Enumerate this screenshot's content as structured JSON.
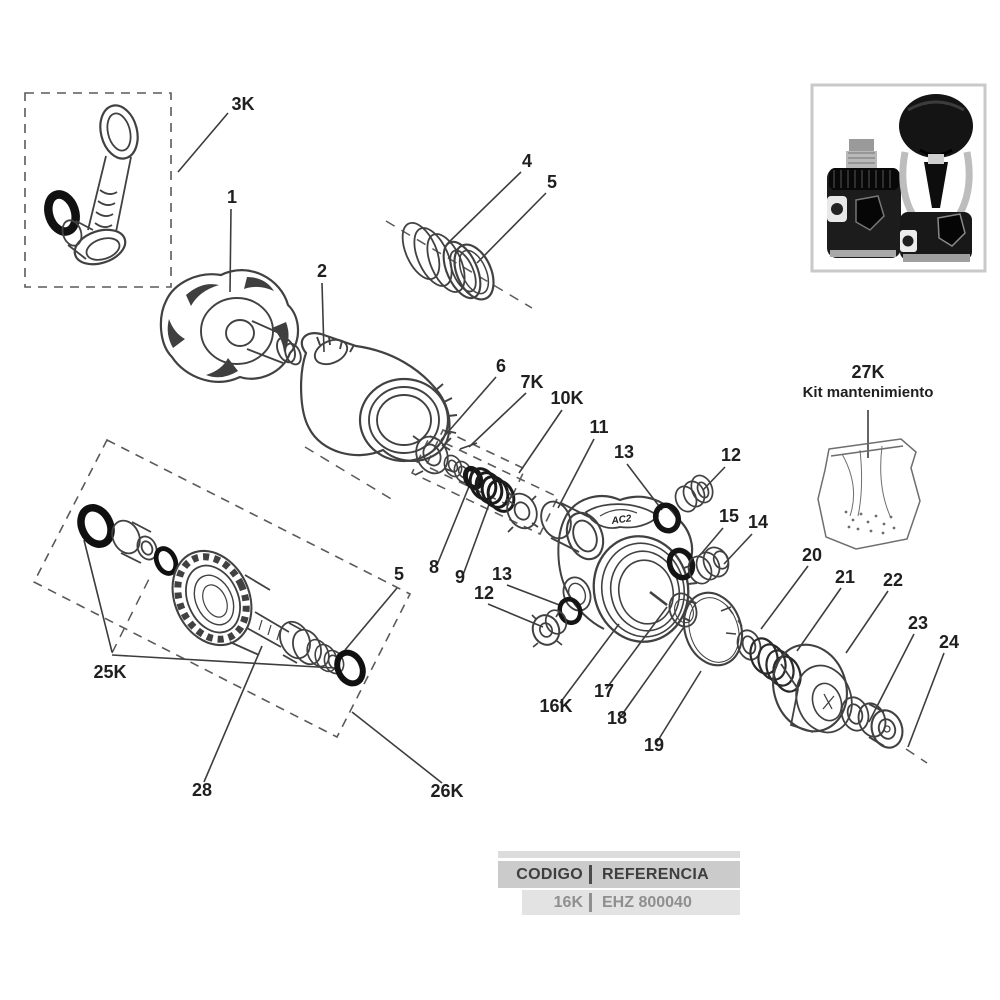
{
  "colors": {
    "line": "#414141",
    "oring": "#111111",
    "label_text": "#1f1f1f",
    "dashed": "#5a5a5a",
    "photo_border": "#c9c9c9",
    "table_header_bg": "#cbcbcb",
    "table_header_text": "#3e3e3e",
    "table_row_bg": "#e3e3e3",
    "table_row_text": "#8f8f8f"
  },
  "labels": {
    "p1": "1",
    "p2": "2",
    "p3k": "3K",
    "p4": "4",
    "p5_top": "5",
    "p5_bottom": "5",
    "p6": "6",
    "p7k": "7K",
    "p8": "8",
    "p9": "9",
    "p10k": "10K",
    "p11": "11",
    "p12_top": "12",
    "p12_bottom": "12",
    "p13_top": "13",
    "p13_bottom": "13",
    "p14": "14",
    "p15": "15",
    "p16k": "16K",
    "p17": "17",
    "p18": "18",
    "p19": "19",
    "p20": "20",
    "p21": "21",
    "p22": "22",
    "p23": "23",
    "p24": "24",
    "p25k": "25K",
    "p26k": "26K",
    "p28": "28"
  },
  "kit_note": {
    "code": "27K",
    "label": "Kit mantenimiento"
  },
  "body_logo": "AC2",
  "table": {
    "columns": [
      "CODIGO",
      "REFERENCIA"
    ],
    "rows": [
      {
        "codigo": "16K",
        "referencia": "EHZ 800040"
      }
    ]
  }
}
